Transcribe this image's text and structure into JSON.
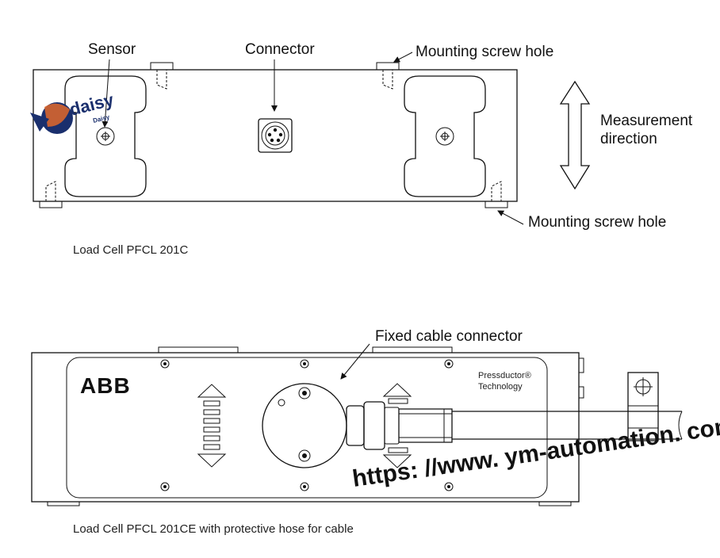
{
  "top_diagram": {
    "labels": {
      "sensor": "Sensor",
      "connector": "Connector",
      "mounting_hole_top": "Mounting screw hole",
      "measurement_line1": "Measurement",
      "measurement_line2": "direction",
      "mounting_hole_bottom": "Mounting screw hole"
    },
    "caption": "Load Cell PFCL 201C"
  },
  "bottom_diagram": {
    "labels": {
      "fixed_cable_connector": "Fixed cable connector",
      "brand": "ABB",
      "tech_line1": "Pressductor®",
      "tech_line2": "Technology"
    },
    "caption": "Load Cell PFCL 201CE with protective hose for cable"
  },
  "watermark": {
    "url": "https: //www. ym-automation. com/",
    "logo_text": "daisy",
    "logo_subtext": "Daisy"
  },
  "colors": {
    "line": "#111111",
    "logo_blue": "#1a2f6d",
    "logo_orange": "#e2672a"
  }
}
